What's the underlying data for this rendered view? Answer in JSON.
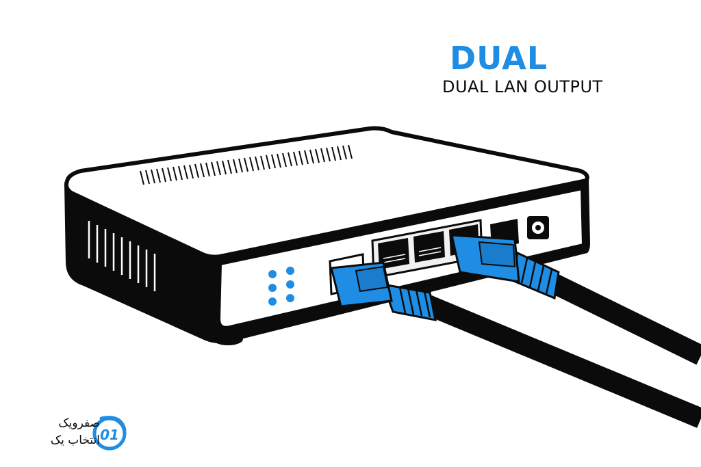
{
  "heading": {
    "title": "DUAL",
    "subtitle": "DUAL LAN OUTPUT"
  },
  "brand": {
    "name_line1": "صفرویک",
    "name_line2": "انتخاب یک",
    "logo_text": "01"
  },
  "colors": {
    "accent": "#1f8de3",
    "ink": "#0b0b0b",
    "paper": "#ffffff",
    "port_fill": "#f1f1f1"
  },
  "device": {
    "rj45_port_count": 4,
    "connected_cables": 2,
    "status_led_count": 6
  }
}
